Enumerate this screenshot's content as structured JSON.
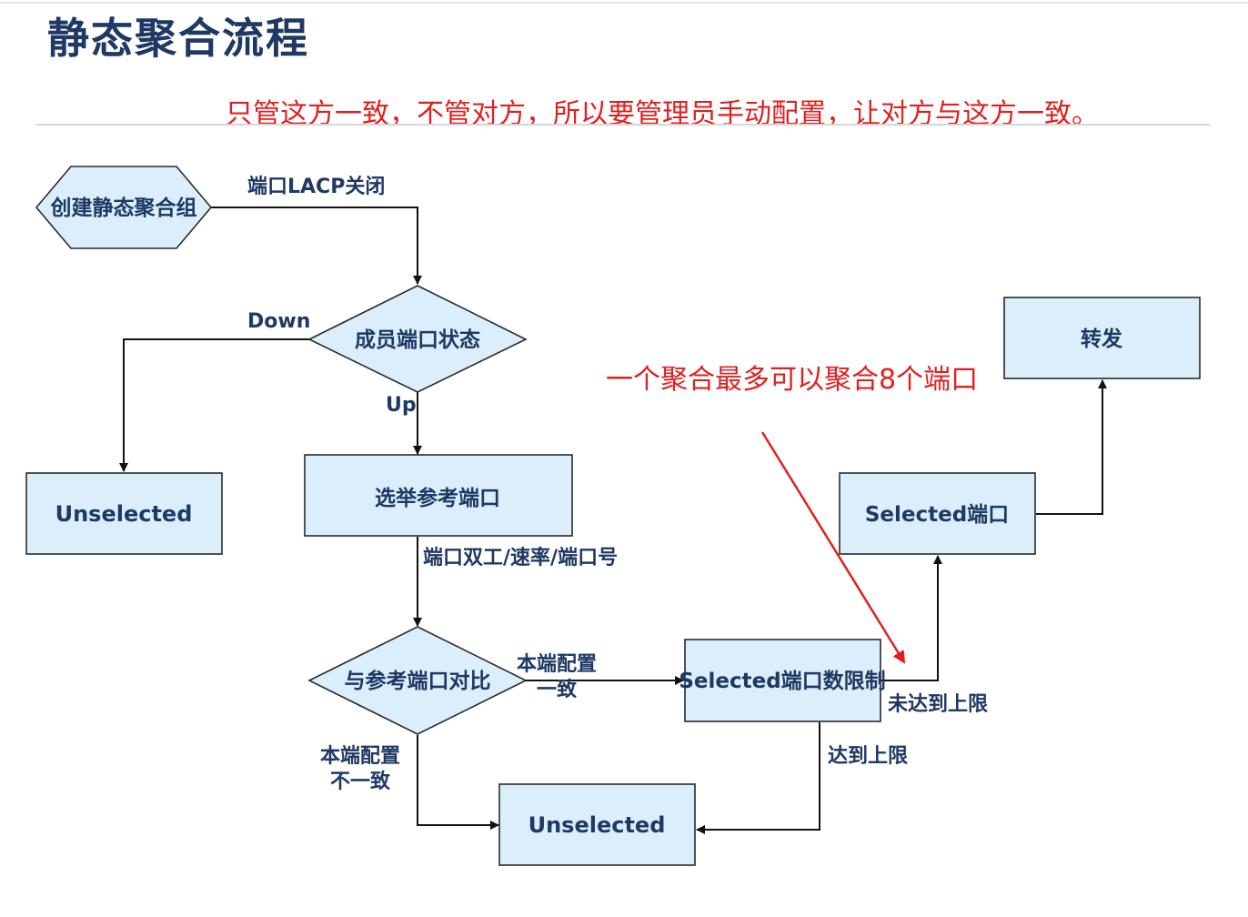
{
  "title": "静态聚合流程",
  "notes": {
    "top": "只管这方一致，不管对方，所以要管理员手动配置，让对方与这方一致。",
    "limit": "一个聚合最多可以聚合8个端口"
  },
  "nodes": {
    "create": "创建静态聚合组",
    "member_state": "成员端口状态",
    "unselected_left": "Unselected",
    "elect_reference": "选举参考端口",
    "compare_reference": "与参考端口对比",
    "selected_limit": "Selected端口数限制",
    "unselected_bottom": "Unselected",
    "selected_port": "Selected端口",
    "forward": "转发"
  },
  "edges": {
    "lacp_off": "端口LACP关闭",
    "down": "Down",
    "up": "Up",
    "duplex_speed": "端口双工/速率/端口号",
    "consistent_line1": "本端配置",
    "consistent_line2": "一致",
    "inconsistent_line1": "本端配置",
    "inconsistent_line2": "不一致",
    "not_reached": "未达到上限",
    "reached": "达到上限"
  },
  "colors": {
    "node_fill": "#dbeefb",
    "node_text": "#1f3864",
    "annotation": "#e02020"
  }
}
